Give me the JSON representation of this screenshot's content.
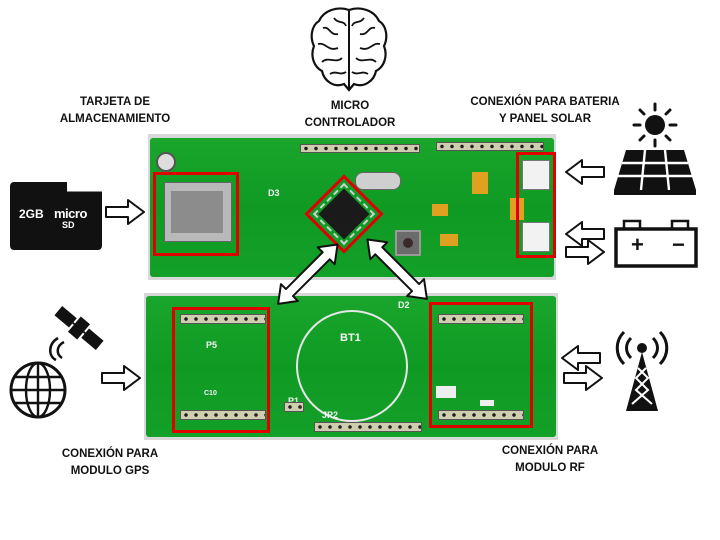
{
  "labels": {
    "storage": "TARJETA DE\nALMACENAMIENTO",
    "mcu": "MICRO\nCONTROLADOR",
    "power": "CONEXIÓN PARA BATERIA\nY PANEL SOLAR",
    "gps": "CONEXIÓN PARA\nMODULO GPS",
    "rf": "CONEXIÓN PARA\nMODULO RF"
  },
  "sd_card": {
    "capacity": "2GB",
    "brand": "micro",
    "suffix": "SD"
  },
  "battery_signs": {
    "plus": "+",
    "minus": "−"
  },
  "board_silk": {
    "top": {
      "d3": "D3"
    },
    "bottom": {
      "bt1": "BT1",
      "p5": "P5",
      "p1": "P1",
      "jp2": "JP2",
      "d2": "D2",
      "c10": "C10"
    }
  },
  "colors": {
    "pcb_green": "#14a02a",
    "highlight_red": "#e00000",
    "arrow_stroke": "#111111"
  }
}
